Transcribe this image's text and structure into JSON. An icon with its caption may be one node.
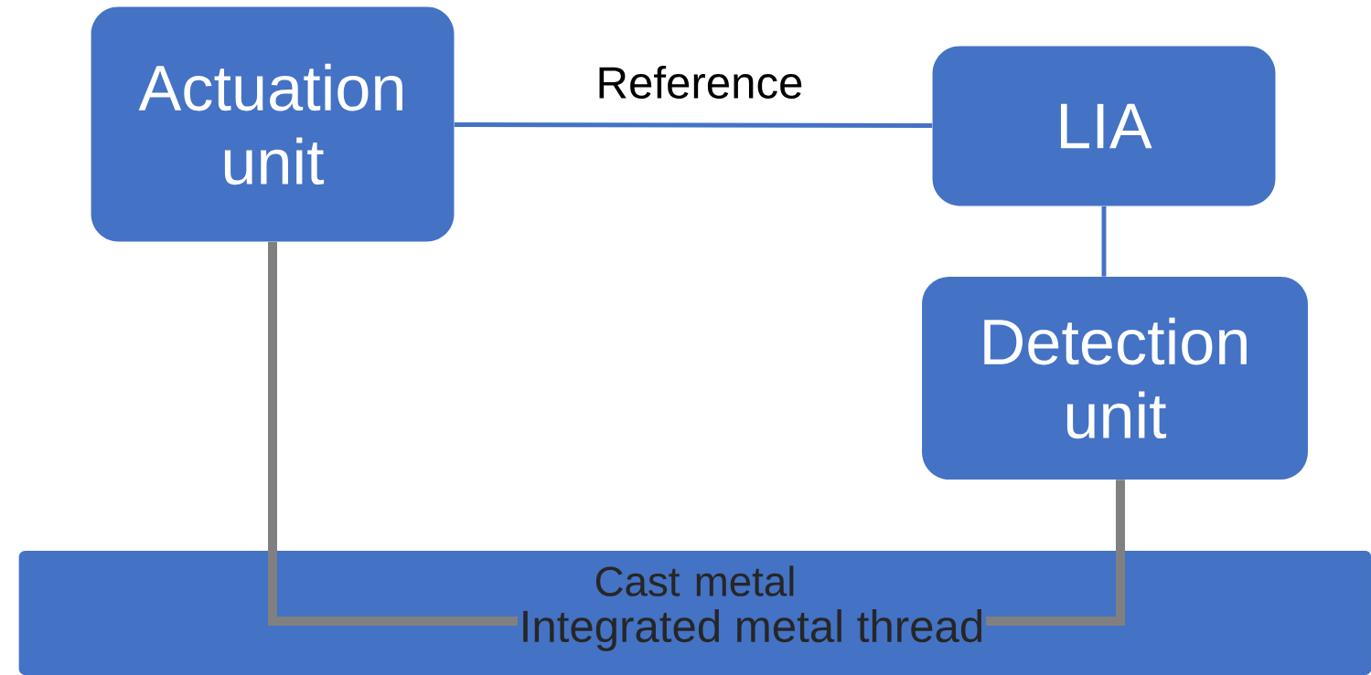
{
  "diagram": {
    "nodes": [
      {
        "text": [
          "Actuation unit"
        ]
      },
      {
        "text": [
          "LIA"
        ]
      },
      {
        "text": [
          "Detection unit"
        ]
      },
      {
        "text": [
          "Cast metal"
        ]
      },
      {
        "text": [
          "Integrated metal thread"
        ],
        "in": 3
      }
    ],
    "edges": [
      {
        "from": 0,
        "to": 1,
        "arrow": "none",
        "label": "Reference"
      },
      {
        "from": 1,
        "to": 2,
        "arrow": "none"
      },
      {
        "from": 0,
        "to": 4,
        "arrow": "none",
        "style": "thick",
        "color": "#808080"
      },
      {
        "from": 4,
        "to": 2,
        "arrow": "none",
        "style": "thick",
        "color": "#808080"
      }
    ]
  }
}
